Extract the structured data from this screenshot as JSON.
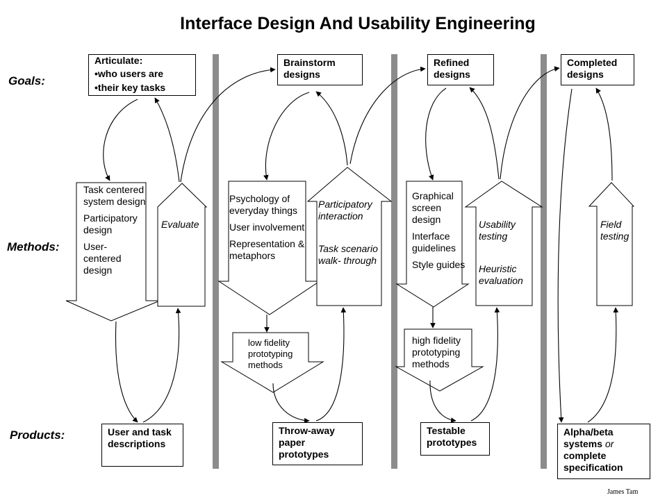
{
  "title": "Interface Design And Usability Engineering",
  "row_labels": {
    "goals": "Goals:",
    "methods": "Methods:",
    "products": "Products:"
  },
  "goals": {
    "articulate": {
      "heading": "Articulate:",
      "bullets": [
        "•who users are",
        "•their key tasks"
      ]
    },
    "brainstorm": "Brainstorm designs",
    "refined": "Refined designs",
    "completed": "Completed designs"
  },
  "methods": {
    "task_centered": [
      "Task centered system design",
      "Participatory design",
      "User- centered design"
    ],
    "evaluate": "Evaluate",
    "psychology": [
      "Psychology of everyday things",
      "User involvement",
      "Representation & metaphors"
    ],
    "participatory": [
      "Participatory interaction",
      "Task scenario walk- through"
    ],
    "low_fidelity": "low fidelity prototyping methods",
    "graphical": [
      "Graphical screen design",
      "Interface guidelines",
      "Style guides"
    ],
    "usability": [
      "Usability testing",
      "Heuristic evaluation"
    ],
    "high_fidelity": "high fidelity prototyping methods",
    "field": "Field testing"
  },
  "products": {
    "user_task": "User and task descriptions",
    "throwaway": "Throw-away paper prototypes",
    "testable": "Testable prototypes",
    "alpha_beta": {
      "part1": "Alpha/beta systems ",
      "or": "or",
      "part2": " complete specification"
    }
  },
  "credit": "James Tam",
  "colors": {
    "separator": "#8c8c8c",
    "line": "#000000",
    "fill": "#ffffff"
  }
}
